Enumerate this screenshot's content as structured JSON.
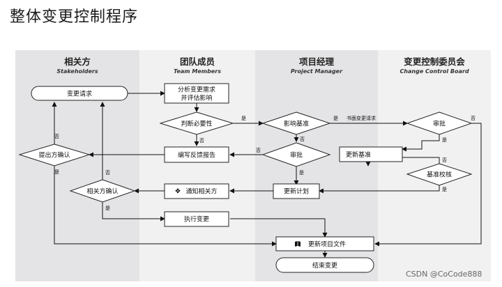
{
  "title": "整体变更控制程序",
  "lanes": [
    {
      "cn": "相关方",
      "en": "Stakeholders",
      "bg": "#e4e4e6"
    },
    {
      "cn": "团队成员",
      "en": "Team Members",
      "bg": "#f1f1f1"
    },
    {
      "cn": "项目经理",
      "en": "Project Manager",
      "bg": "#e4e4e6"
    },
    {
      "cn": "变更控制委员会",
      "en": "Change Control Board",
      "bg": "#f1f1f1"
    }
  ],
  "nodes": {
    "change_request": "变更请求",
    "analyze_line1": "分析变更需求",
    "analyze_line2": "并评估影响",
    "judge_necessity": "判断必要性",
    "impact_baseline": "影响基准",
    "ccb_review": "审批",
    "propose_confirm": "提出方确认",
    "write_feedback": "编写反馈报告",
    "pm_review": "审批",
    "update_baseline": "更新基准",
    "baseline_check": "基准校核",
    "stakeholder_confirm": "相关方确认",
    "notify_stakeholders": "通知相关方",
    "update_plan": "更新计划",
    "execute_change": "执行变更",
    "update_docs": "更新项目文件",
    "end_change": "结束变更"
  },
  "edge_labels": {
    "yes": "是",
    "no": "否",
    "written_request": "书面变更请求"
  },
  "watermark": "CSDN @CoCode888"
}
